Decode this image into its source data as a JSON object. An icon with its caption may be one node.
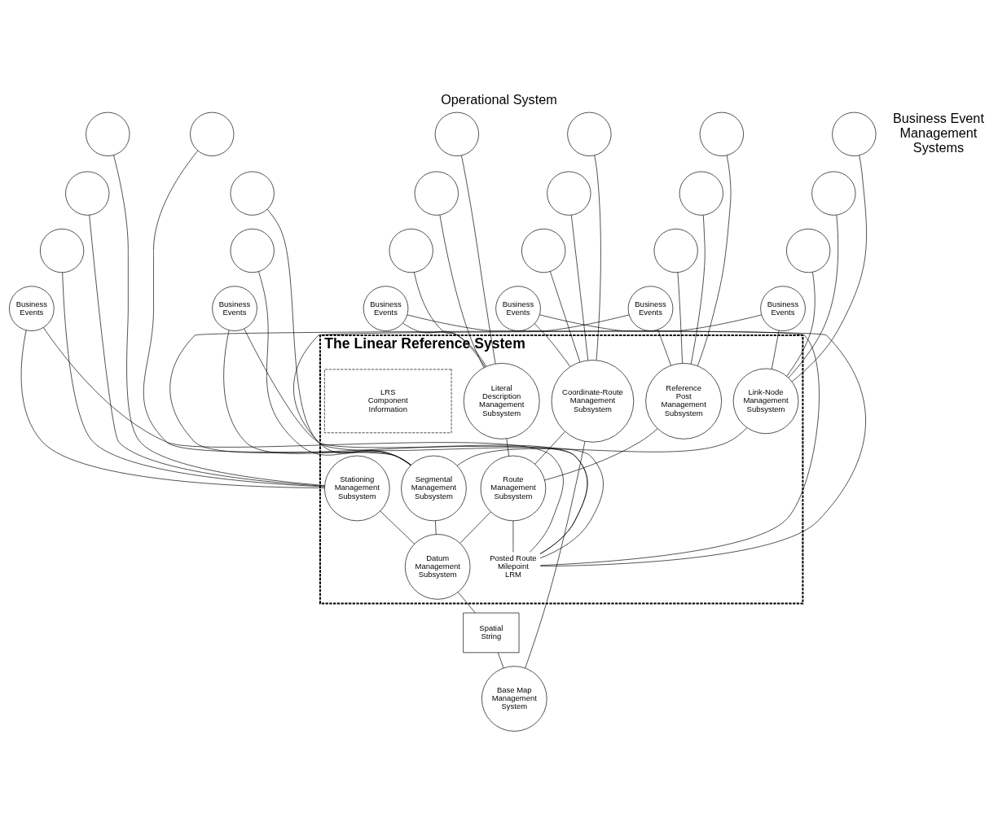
{
  "diagram": {
    "title": "Operational System",
    "nodes": [
      {
        "text": [
          "Business Events"
        ]
      },
      {
        "text": [],
        "shape": "circle"
      },
      {
        "text": [],
        "shape": "circle"
      },
      {
        "text": [],
        "shape": "circle"
      },
      {
        "text": [
          "Business Events"
        ]
      },
      {
        "text": [],
        "shape": "circle"
      },
      {
        "text": [],
        "shape": "circle"
      },
      {
        "text": [],
        "shape": "circle"
      },
      {
        "text": [
          "Business Events"
        ]
      },
      {
        "text": [],
        "shape": "circle"
      },
      {
        "text": [],
        "shape": "circle"
      },
      {
        "text": [],
        "shape": "circle"
      },
      {
        "text": [
          "Business Events"
        ]
      },
      {
        "text": [],
        "shape": "circle"
      },
      {
        "text": [],
        "shape": "circle"
      },
      {
        "text": [],
        "shape": "circle"
      },
      {
        "text": [
          "Business Events"
        ]
      },
      {
        "text": [],
        "shape": "circle"
      },
      {
        "text": [],
        "shape": "circle"
      },
      {
        "text": [],
        "shape": "circle"
      },
      {
        "text": [
          "Business Events"
        ]
      },
      {
        "text": [],
        "shape": "circle"
      },
      {
        "text": [],
        "shape": "circle"
      },
      {
        "text": [],
        "shape": "circle"
      },
      {
        "text": [
          "The Linear Reference System"
        ]
      },
      {
        "text": [
          "Coordinate-Route Management Subsystem"
        ],
        "in": 24
      },
      {
        "text": [
          "Stationing Management Subsystem"
        ],
        "in": 24
      },
      {
        "text": [
          "Reference Post Management Subsystem"
        ],
        "in": 24
      },
      {
        "text": [
          "Link-Node Management Subsystem"
        ],
        "in": 24
      },
      {
        "text": [
          "Segmental Management Subsystem"
        ],
        "in": 24
      },
      {
        "text": [
          "Literal Description Management Subsystem"
        ],
        "in": 24
      },
      {
        "text": [
          "Route Management Subsystem"
        ],
        "in": 24
      },
      {
        "text": [
          "Posted Route Milepoint LRM"
        ],
        "in": 24
      },
      {
        "text": [
          "Datum Management Subsystem"
        ],
        "in": 24
      },
      {
        "text": [
          "LRS Component Information"
        ],
        "in": 24
      },
      {
        "text": [
          "Spatial String"
        ]
      },
      {
        "text": [
          "Base Map Management System"
        ]
      }
    ],
    "edges": [
      {
        "from": 0,
        "to": 25,
        "arrow": "none"
      },
      {
        "from": 1,
        "to": 25,
        "arrow": "none"
      },
      {
        "from": 2,
        "to": 25,
        "arrow": "none"
      },
      {
        "from": 3,
        "to": 25,
        "arrow": "none"
      },
      {
        "from": 4,
        "to": 26,
        "arrow": "none"
      },
      {
        "from": 5,
        "to": 26,
        "arrow": "none"
      },
      {
        "from": 6,
        "to": 26,
        "arrow": "none"
      },
      {
        "from": 7,
        "to": 26,
        "arrow": "none"
      },
      {
        "from": 8,
        "to": 27,
        "arrow": "none"
      },
      {
        "from": 9,
        "to": 27,
        "arrow": "none"
      },
      {
        "from": 10,
        "to": 27,
        "arrow": "none"
      },
      {
        "from": 11,
        "to": 27,
        "arrow": "none"
      },
      {
        "from": 12,
        "to": 28,
        "arrow": "none"
      },
      {
        "from": 13,
        "to": 28,
        "arrow": "none"
      },
      {
        "from": 14,
        "to": 28,
        "arrow": "none"
      },
      {
        "from": 15,
        "to": 28,
        "arrow": "none"
      },
      {
        "from": 16,
        "to": 29,
        "arrow": "none"
      },
      {
        "from": 17,
        "to": 29,
        "arrow": "none"
      },
      {
        "from": 18,
        "to": 29,
        "arrow": "none"
      },
      {
        "from": 19,
        "to": 29,
        "arrow": "none"
      },
      {
        "from": 20,
        "to": 30,
        "arrow": "none"
      },
      {
        "from": 21,
        "to": 30,
        "arrow": "none"
      },
      {
        "from": 22,
        "to": 30,
        "arrow": "none"
      },
      {
        "from": 23,
        "to": 30,
        "arrow": "none"
      },
      {
        "from": 0,
        "to": 32,
        "arrow": "none"
      },
      {
        "from": 4,
        "to": 32,
        "arrow": "none"
      },
      {
        "from": 8,
        "to": 32,
        "arrow": "none"
      },
      {
        "from": 12,
        "to": 32,
        "arrow": "none"
      },
      {
        "from": 16,
        "to": 32,
        "arrow": "none"
      },
      {
        "from": 20,
        "to": 32,
        "arrow": "none"
      },
      {
        "from": 28,
        "to": 29,
        "arrow": "none"
      },
      {
        "from": 25,
        "to": 31,
        "arrow": "none"
      },
      {
        "from": 27,
        "to": 31,
        "arrow": "none"
      },
      {
        "from": 30,
        "to": 31,
        "arrow": "none"
      },
      {
        "from": 26,
        "to": 33,
        "arrow": "none"
      },
      {
        "from": 29,
        "to": 33,
        "arrow": "none"
      },
      {
        "from": 31,
        "to": 32,
        "arrow": "none"
      },
      {
        "from": 31,
        "to": 33,
        "arrow": "none"
      },
      {
        "from": 25,
        "to": 36,
        "arrow": "none"
      },
      {
        "from": 33,
        "to": 35,
        "arrow": "none"
      },
      {
        "from": 35,
        "to": 36,
        "arrow": "none"
      }
    ],
    "labels": [
      "Business Event Management Systems"
    ]
  }
}
